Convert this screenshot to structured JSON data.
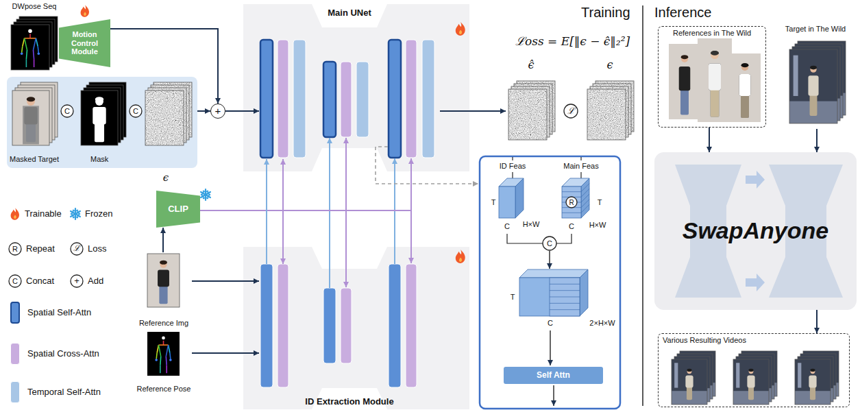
{
  "diagram": {
    "nodes": [
      {
        "text": [
          "DWpose Seq"
        ]
      },
      {
        "text": [
          "Motion Control Module"
        ]
      },
      {
        "text": [
          "Masked Target",
          "Mask"
        ]
      },
      {
        "text": [
          "+"
        ]
      },
      {
        "text": [
          "Main UNet"
        ]
      },
      {
        "text": [
          "ϵ̂"
        ]
      },
      {
        "text": [
          "ϵ"
        ]
      },
      {
        "text": [
          "CLIP"
        ]
      },
      {
        "text": [
          "Reference Img"
        ]
      },
      {
        "text": [
          "Reference Pose"
        ]
      },
      {
        "text": [
          "ID Extraction Module"
        ]
      },
      {
        "text": [
          "Self Attn"
        ]
      },
      {
        "text": [
          "References in The Wild"
        ]
      },
      {
        "text": [
          "Target in The Wild"
        ]
      },
      {
        "text": [
          "SwapAnyone"
        ]
      },
      {
        "text": [
          "Various Resulting Videos"
        ]
      }
    ],
    "edges": [
      {
        "from": 1,
        "to": 3,
        "arrow": "to"
      },
      {
        "from": 2,
        "to": 3,
        "arrow": "to"
      },
      {
        "from": 3,
        "to": 4,
        "arrow": "to"
      },
      {
        "from": 4,
        "to": 5,
        "arrow": "to"
      },
      {
        "from": 8,
        "to": 7,
        "arrow": "to"
      },
      {
        "from": 8,
        "to": 10,
        "arrow": "to"
      },
      {
        "from": 9,
        "to": 10,
        "arrow": "to"
      },
      {
        "from": 7,
        "to": 4,
        "arrow": "to"
      },
      {
        "from": 7,
        "to": 10,
        "arrow": "to"
      },
      {
        "from": 10,
        "to": 4,
        "arrow": "to"
      },
      {
        "from": 12,
        "to": 14,
        "arrow": "to"
      },
      {
        "from": 13,
        "to": 14,
        "arrow": "to"
      },
      {
        "from": 14,
        "to": 15,
        "arrow": "to"
      }
    ],
    "labels": [
      "Training",
      "Inference",
      "ℒoss = E[‖ϵ − ϵ̂‖₂²]",
      "ℒ",
      "ϵ",
      "C",
      "C",
      "R",
      "ℒ",
      "C",
      "+",
      "ID Feas",
      "Main Feas",
      "T",
      "C",
      "H×W",
      "R",
      "T",
      "C",
      "H×W",
      "C",
      "T",
      "C",
      "2×H×W"
    ],
    "legend": [
      {
        "text": "Trainable"
      },
      {
        "text": "Frozen"
      },
      {
        "text": "Repeat"
      },
      {
        "text": "Loss"
      },
      {
        "text": "Concat"
      },
      {
        "text": "Add"
      },
      {
        "text": "Spatial Self-Attn",
        "color": "#5b8fd6"
      },
      {
        "text": "Spatial Cross-Attn",
        "color": "#c9addf"
      },
      {
        "text": "Temporal Self-Attn",
        "color": "#a8c6e6"
      }
    ]
  }
}
